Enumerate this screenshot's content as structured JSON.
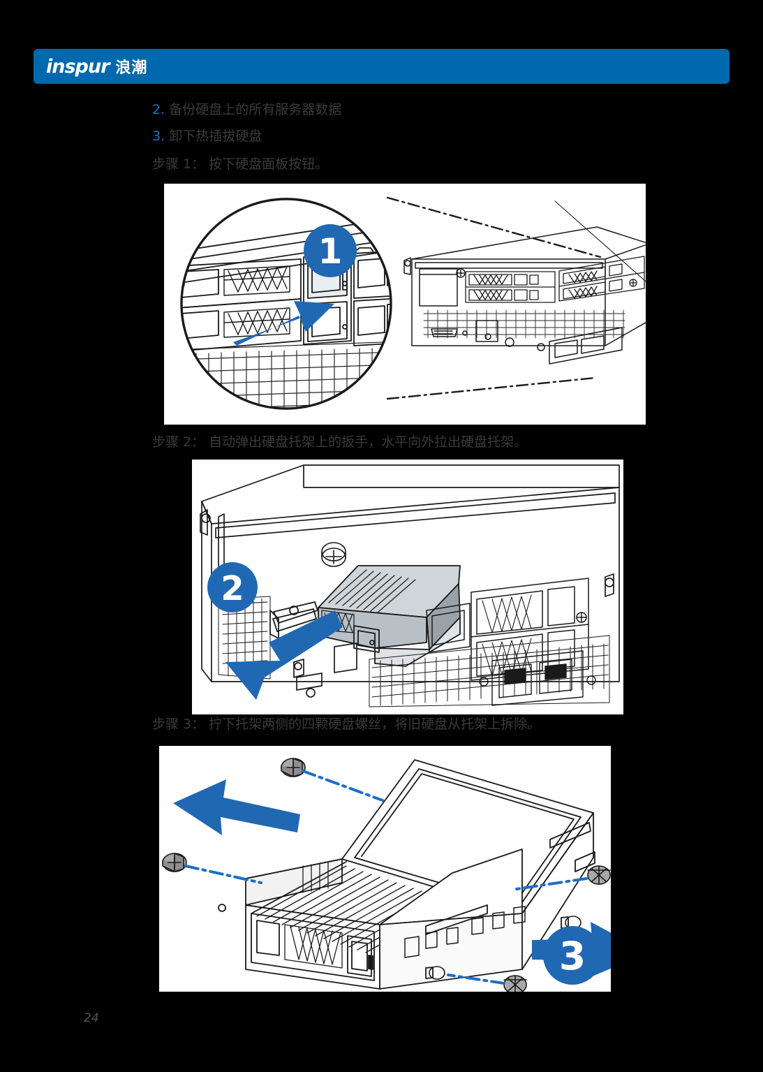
{
  "header": {
    "logo_word": "inspur",
    "logo_cn": "浪潮",
    "brand_color": "#0068ad"
  },
  "content": {
    "item2_number": "2.",
    "item2_text": "备份硬盘上的所有服务器数据",
    "item3_number": "3.",
    "item3_text": "卸下热插拔硬盘",
    "step1": "步骤 1： 按下硬盘面板按钮。",
    "step2": "步骤 2： 自动弹出硬盘托架上的扳手，水平向外拉出硬盘托架。",
    "step3": "步骤 3： 拧下托架两侧的四颗硬盘螺丝，将旧硬盘从托架上拆除。"
  },
  "figures": {
    "fig1": {
      "name": "figure-press-drive-panel-button",
      "badge": "1",
      "badge_color": "#2168b3",
      "arrow_color": "#2168b3",
      "description": "服务器前面板硬盘位特写，蓝色箭头指向硬盘面板按钮"
    },
    "fig2": {
      "name": "figure-pull-out-drive-tray",
      "badge": "2",
      "badge_color": "#2168b3",
      "arrow_color": "#2168b3",
      "description": "硬盘托架扳手自动弹出，水平向外拉出硬盘托架"
    },
    "fig3": {
      "name": "figure-remove-four-screws",
      "badge": "3",
      "badge_color": "#2168b3",
      "arrow_color": "#2168b3",
      "screw_count": "4",
      "description": "拧下托架两侧的四颗硬盘螺丝，将旧硬盘从托架上拆除"
    }
  },
  "footer": {
    "page_number": "24"
  },
  "colors": {
    "page_background": "#000000",
    "figure_background": "#ffffff",
    "text": "#3a3a3a",
    "accent_blue": "#1b6fc4",
    "line_art": "#1a1a1a"
  }
}
